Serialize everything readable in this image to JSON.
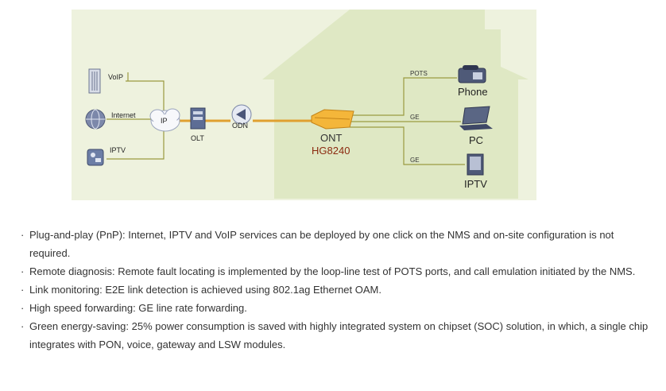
{
  "diagram": {
    "left_services": [
      {
        "label": "VoIP",
        "icon": "server-rack-icon"
      },
      {
        "label": "Internet",
        "icon": "globe-icon"
      },
      {
        "label": "IPTV",
        "icon": "iptv-box-icon"
      }
    ],
    "ip_cloud_label": "IP",
    "olt_label": "OLT",
    "odn_label": "ODN",
    "ont_label": "ONT",
    "ont_model": "HG8240",
    "link_labels": {
      "pots": "POTS",
      "ge_pc": "GE",
      "ge_iptv": "GE"
    },
    "devices": {
      "phone": "Phone",
      "pc": "PC",
      "iptv": "IPTV"
    },
    "colors": {
      "background": "#eef2de",
      "house": "#dfe8c4",
      "fiber": "#e0a030",
      "copper": "#9a9a40",
      "model_text": "#8b2a10"
    }
  },
  "features": [
    {
      "bullet": "·",
      "text": "Plug-and-play (PnP): Internet, IPTV and VoIP services can be deployed by one click on the NMS and on-site configuration is not required."
    },
    {
      "bullet": "·",
      "text": "Remote diagnosis: Remote fault locating is implemented by the loop-line test of POTS ports, and call emulation initiated by the NMS."
    },
    {
      "bullet": "·",
      "text": "Link monitoring: E2E link detection is achieved using 802.1ag Ethernet OAM."
    },
    {
      "bullet": "·",
      "text": "High speed forwarding: GE line rate forwarding."
    },
    {
      "bullet": "·",
      "text": "Green energy-saving: 25% power consumption is saved with highly integrated system on chipset (SOC) solution, in which, a single chip integrates with PON, voice, gateway and LSW modules."
    }
  ]
}
